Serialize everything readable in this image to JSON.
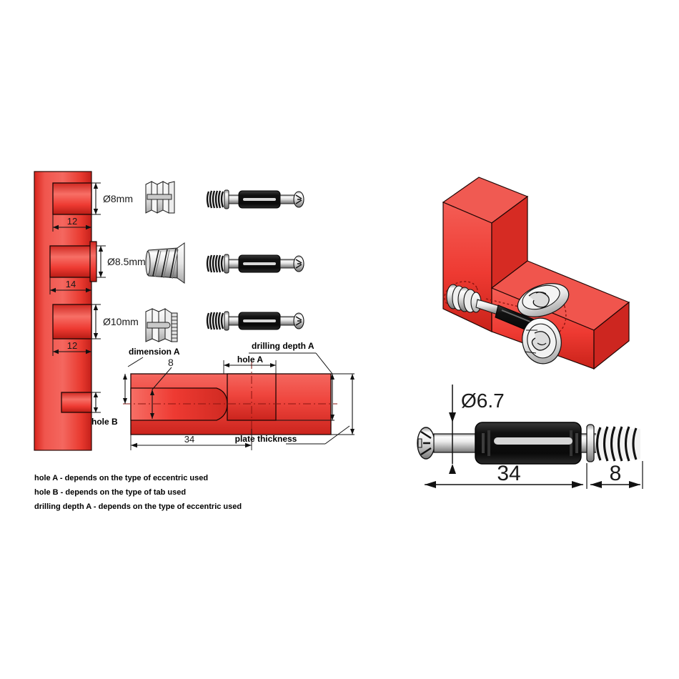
{
  "drawing": {
    "title": "Furniture connector / eccentric cam fitting assembly drawing",
    "background_color": "#ffffff",
    "red_body": "#ee3a32",
    "red_light": "#f4635c",
    "red_dark": "#c1201a",
    "metal_light": "#f2f2f2",
    "metal_mid": "#b8b8b8",
    "metal_dark": "#6e6e6e",
    "black_body": "#141414",
    "line_color": "#1a1a1a"
  },
  "panel_view": {
    "name": "panel-edge-section",
    "holes": [
      {
        "id": "hole-1",
        "diameter_label": "Ø8mm",
        "depth_label": "12"
      },
      {
        "id": "hole-2",
        "diameter_label": "Ø8.5mm",
        "depth_label": "14"
      },
      {
        "id": "hole-3",
        "diameter_label": "Ø10mm",
        "depth_label": "12"
      },
      {
        "id": "hole-4",
        "diameter_label": "",
        "depth_label": "",
        "note_label": "hole B"
      }
    ]
  },
  "inserts": [
    {
      "id": "insert-1",
      "type": "plastic-expansion-dowel"
    },
    {
      "id": "insert-2",
      "type": "metal-threaded-insert-flanged"
    },
    {
      "id": "insert-3",
      "type": "plastic-insert-ribbed"
    }
  ],
  "bolts": [
    {
      "id": "bolt-1",
      "type": "connector-bolt"
    },
    {
      "id": "bolt-2",
      "type": "connector-bolt"
    },
    {
      "id": "bolt-3",
      "type": "connector-bolt"
    }
  ],
  "section_view": {
    "name": "plate-cross-section",
    "labels": {
      "dimension_a": "dimension A",
      "bore_8": "8",
      "hole_a": "hole A",
      "drilling_depth_a": "drilling depth A",
      "plate_thickness": "plate thickness",
      "length_34": "34",
      "hole_b": "hole B"
    }
  },
  "legend": {
    "lines": [
      "hole A - depends on the type of eccentric used",
      "hole B - depends on the type of tab used",
      "drilling depth A - depends on the type of eccentric used"
    ]
  },
  "isometric_view": {
    "name": "corner-joint-isometric",
    "description": "L-shaped corner joint with cam and dowel assembly"
  },
  "bolt_detail": {
    "name": "connector-bolt-dimensioned",
    "diameter_label": "Ø6.7",
    "body_length_label": "34",
    "thread_length_label": "8"
  }
}
